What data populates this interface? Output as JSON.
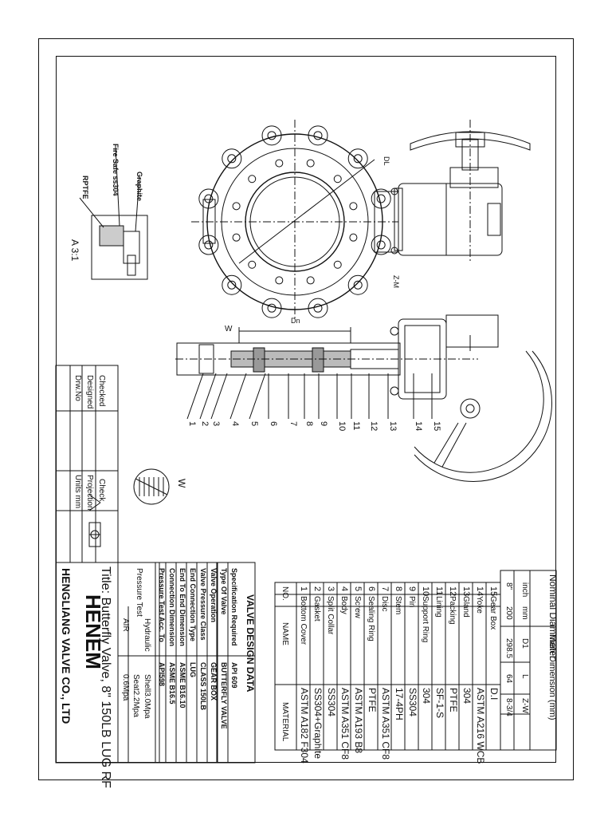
{
  "title_block": {
    "company": "HENGLIANG VALVE CO., LTD",
    "logo_text": "HENEM",
    "title": "Title: Butterfly Valve, 8\" 150LB LUG RF",
    "drawn_label": "Drw.No",
    "designed_label": "Designed",
    "checked_label": "Checked",
    "units_label": "Units mm",
    "projection_label": "Projection",
    "check_label": "Check"
  },
  "design_data": {
    "heading": "VALVE DESIGN DATA",
    "rows": [
      {
        "label": "Specification Required",
        "value": "API 609"
      },
      {
        "label": "Type Of Valve",
        "value": "BUTTERFLY VALVE"
      },
      {
        "label": "Valve Operation",
        "value": "GEAR BOX"
      },
      {
        "label": "Valve Pressure Class",
        "value": "CLASS 150LB"
      },
      {
        "label": "End Connection Type",
        "value": "LUG"
      },
      {
        "label": "End To End Dimension",
        "value": "ASME B16.10"
      },
      {
        "label": "Connection Dimension",
        "value": "ASME B16.5"
      },
      {
        "label": "Pressure Test Acc. To",
        "value": "API598"
      }
    ],
    "pressure_test_label": "Pressure Test",
    "hydraulic_label": "Hydraulic",
    "air_label": "AIR",
    "shell_value": "Shell3.0Mpa",
    "seat_value": "Seat2.2Mpa",
    "air_value": "0.6Mpa"
  },
  "parts": {
    "no_header": "NO.",
    "name_header": "NAME",
    "material_header": "MATERIAL",
    "rows": [
      {
        "no": "15",
        "name": "Gear Box",
        "material": "D.I"
      },
      {
        "no": "14",
        "name": "Yoke",
        "material": "ASTM A216 WCB"
      },
      {
        "no": "13",
        "name": "Gland",
        "material": "304"
      },
      {
        "no": "12",
        "name": "Packing",
        "material": "PTFE"
      },
      {
        "no": "11",
        "name": "Lining",
        "material": "SF-1-S"
      },
      {
        "no": "10",
        "name": "Support Ring",
        "material": "304"
      },
      {
        "no": "9",
        "name": "Pin",
        "material": "SS304"
      },
      {
        "no": "8",
        "name": "Stem",
        "material": "17-4PH"
      },
      {
        "no": "7",
        "name": "Disc",
        "material": "ASTM A351 CF8"
      },
      {
        "no": "6",
        "name": "Sealing Ring",
        "material": "PTFE"
      },
      {
        "no": "5",
        "name": "Screw",
        "material": "ASTM A193 B8"
      },
      {
        "no": "4",
        "name": "Body",
        "material": "ASTM A351 CF8"
      },
      {
        "no": "3",
        "name": "Split Collar",
        "material": "SS304"
      },
      {
        "no": "2",
        "name": "Gasket",
        "material": "SS304+Graphite"
      },
      {
        "no": "1",
        "name": "Bottom Cover",
        "material": "ASTM A182 F304"
      }
    ]
  },
  "dimensions": {
    "nominal_label": "Nominal Diammeter",
    "main_label": "Main Dimension (mm)",
    "inch_label": "inch",
    "mm_label": "mm",
    "d1_label": "D1",
    "l_label": "L",
    "zw_label": "Z-W",
    "inch_value": "8\"",
    "mm_value": "200",
    "d1_value": "298.5",
    "l_value": "64",
    "zw_value": "8-3/4"
  },
  "callouts": {
    "graphite": "Graphite",
    "fire_safe": "Fire Safe ss304",
    "rptfe": "RPTFE",
    "detail": "A 3:1",
    "dl": "DL",
    "dn": "Dn",
    "w": "W",
    "zm": "Z-M",
    "w_section": "W",
    "part_numbers": [
      "1",
      "2",
      "3",
      "4",
      "5",
      "6",
      "7",
      "8",
      "9",
      "10",
      "11",
      "12",
      "13",
      "14",
      "15"
    ]
  }
}
